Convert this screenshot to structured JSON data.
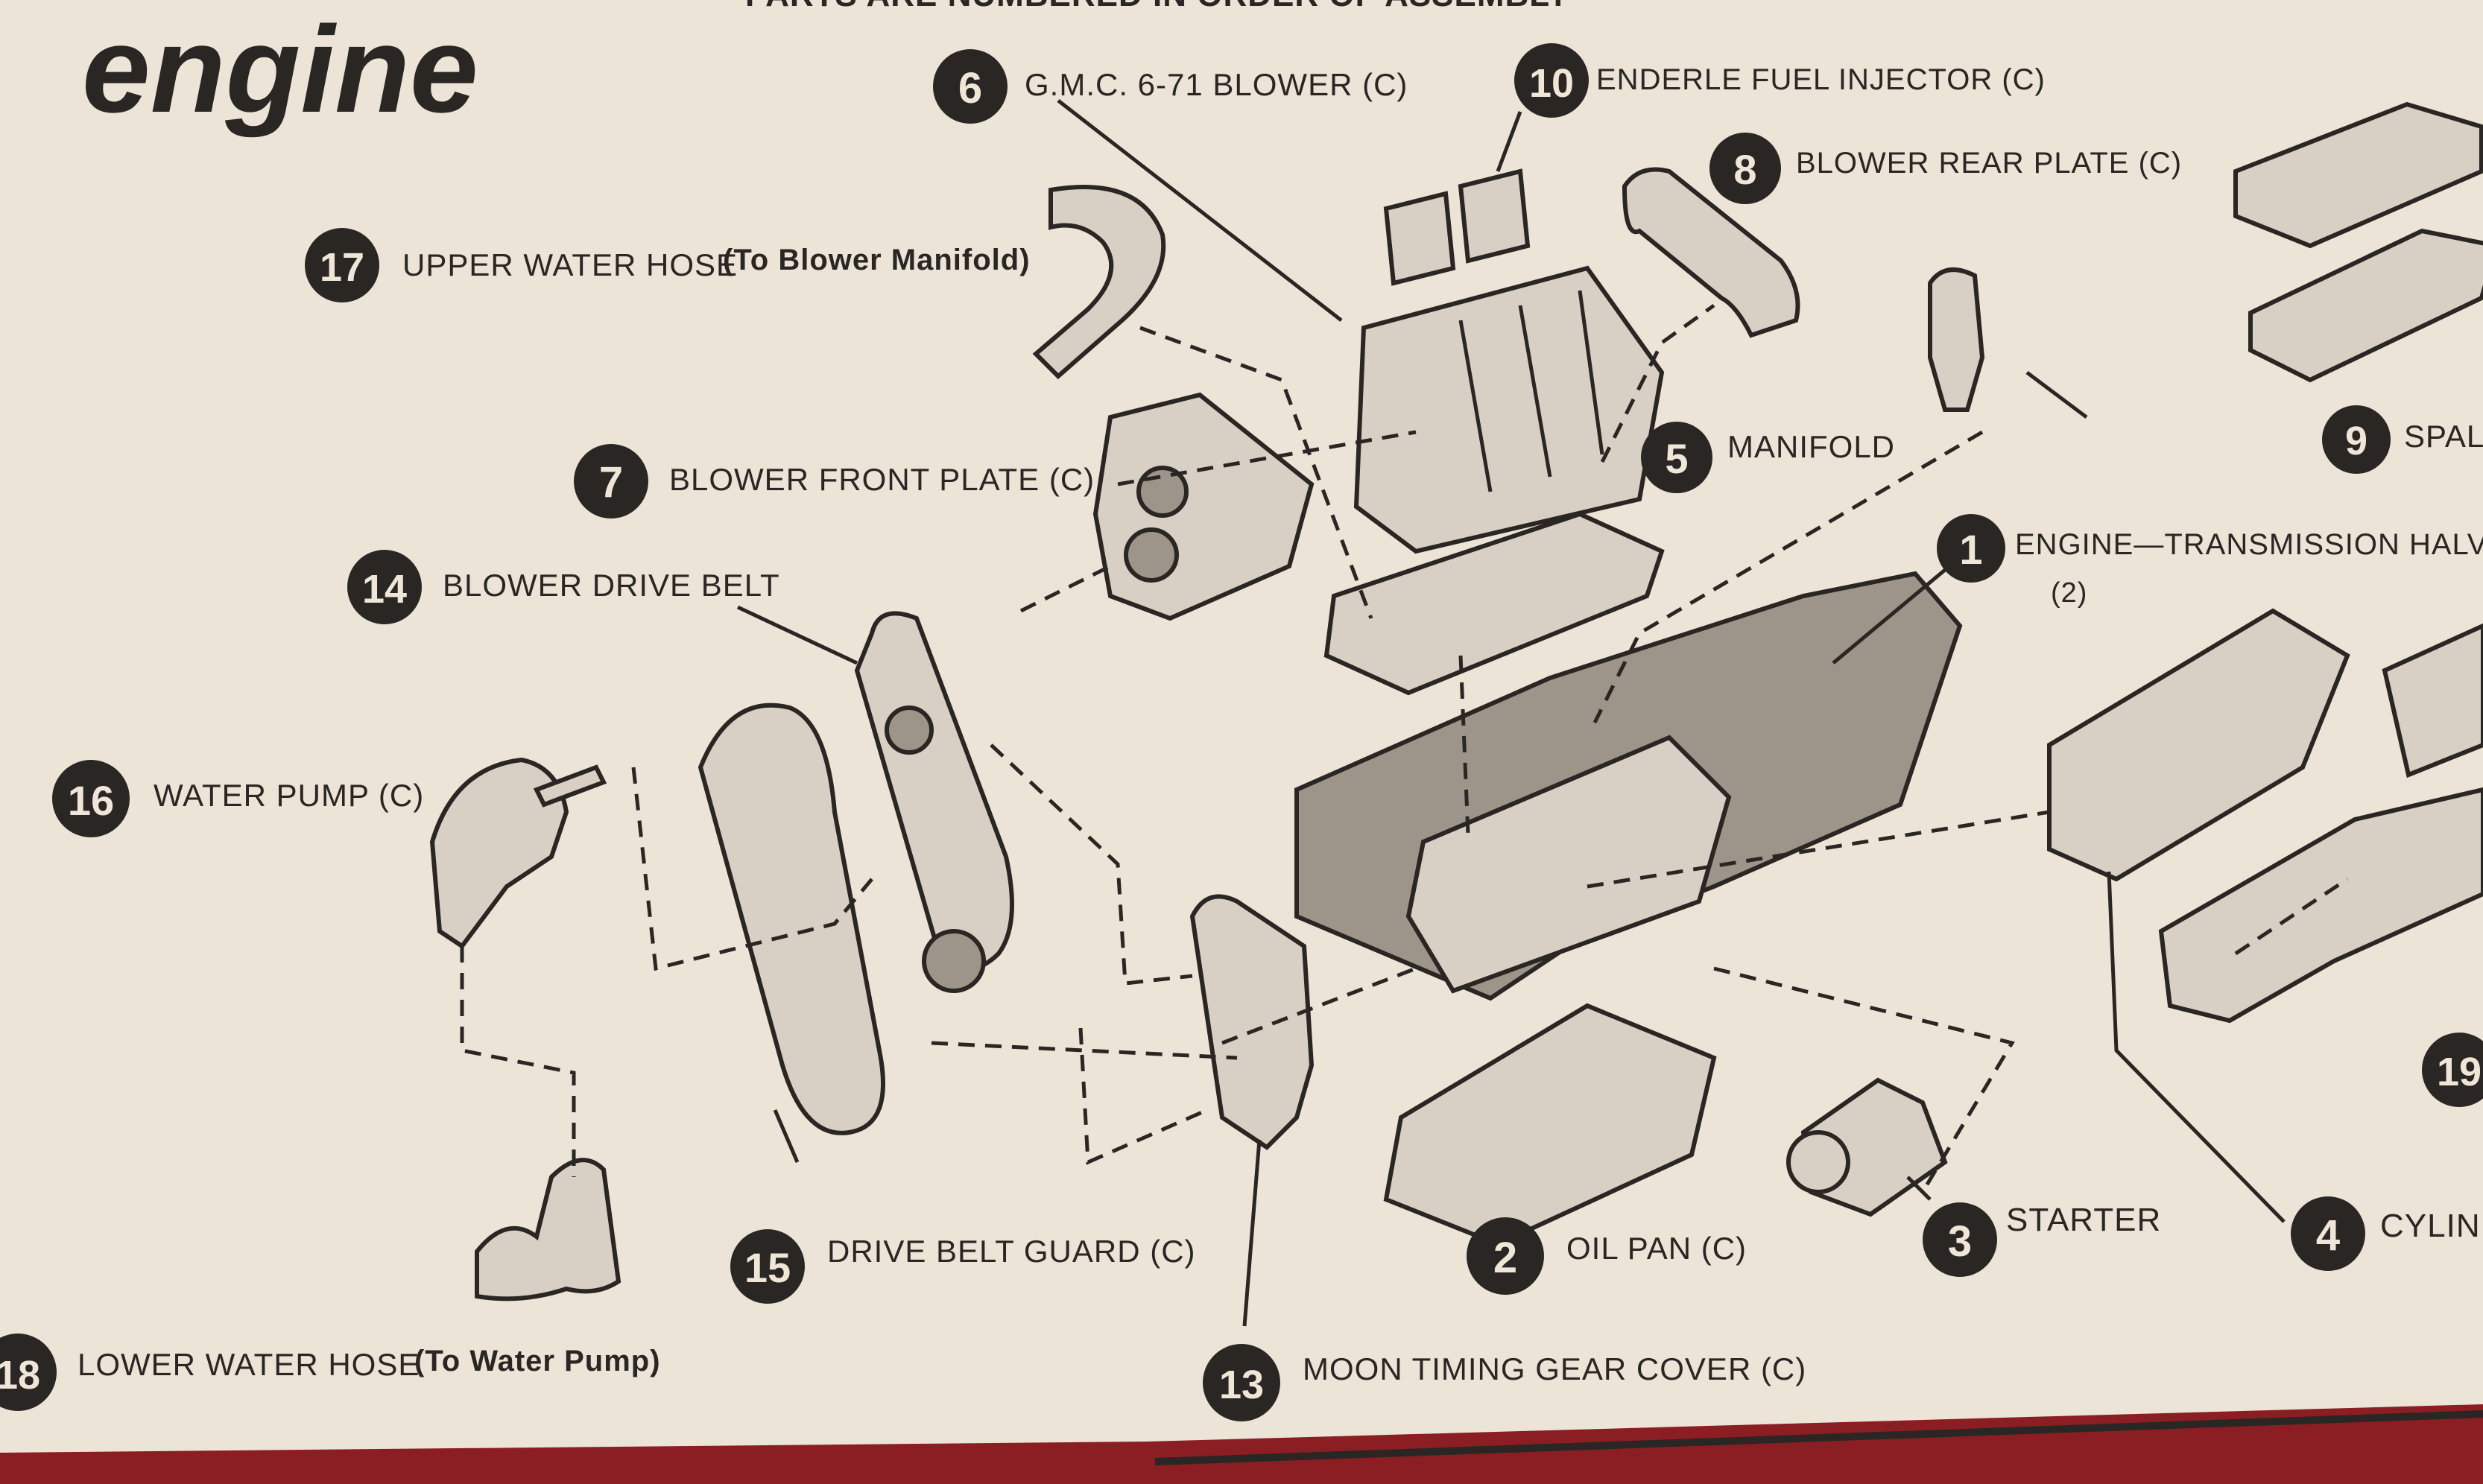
{
  "header": {
    "title": "engine",
    "subtitle": "PARTS ARE NUMBERED IN ORDER OF ASSEMBLY"
  },
  "parts": [
    {
      "num": "1",
      "label": "ENGINE—TRANSMISSION HALVE",
      "sub": "(2)"
    },
    {
      "num": "2",
      "label": "OIL PAN (C)"
    },
    {
      "num": "3",
      "label": "STARTER"
    },
    {
      "num": "4",
      "label": "CYLIN"
    },
    {
      "num": "5",
      "label": "MANIFOLD"
    },
    {
      "num": "6",
      "label": "G.M.C. 6-71 BLOWER (C)"
    },
    {
      "num": "7",
      "label": "BLOWER FRONT PLATE (C)"
    },
    {
      "num": "8",
      "label": "BLOWER REAR PLATE (C)"
    },
    {
      "num": "9",
      "label": "SPAL"
    },
    {
      "num": "10",
      "label": "ENDERLE FUEL INJECTOR (C)"
    },
    {
      "num": "13",
      "label": "MOON TIMING GEAR COVER (C)"
    },
    {
      "num": "14",
      "label": "BLOWER DRIVE BELT"
    },
    {
      "num": "15",
      "label": "DRIVE BELT GUARD (C)"
    },
    {
      "num": "16",
      "label": "WATER PUMP (C)"
    },
    {
      "num": "17",
      "label": "UPPER WATER HOSE",
      "sub": "(To Blower Manifold)"
    },
    {
      "num": "18",
      "label": "LOWER WATER HOSE",
      "sub": "(To Water Pump)"
    },
    {
      "num": "19",
      "label": ""
    }
  ]
}
